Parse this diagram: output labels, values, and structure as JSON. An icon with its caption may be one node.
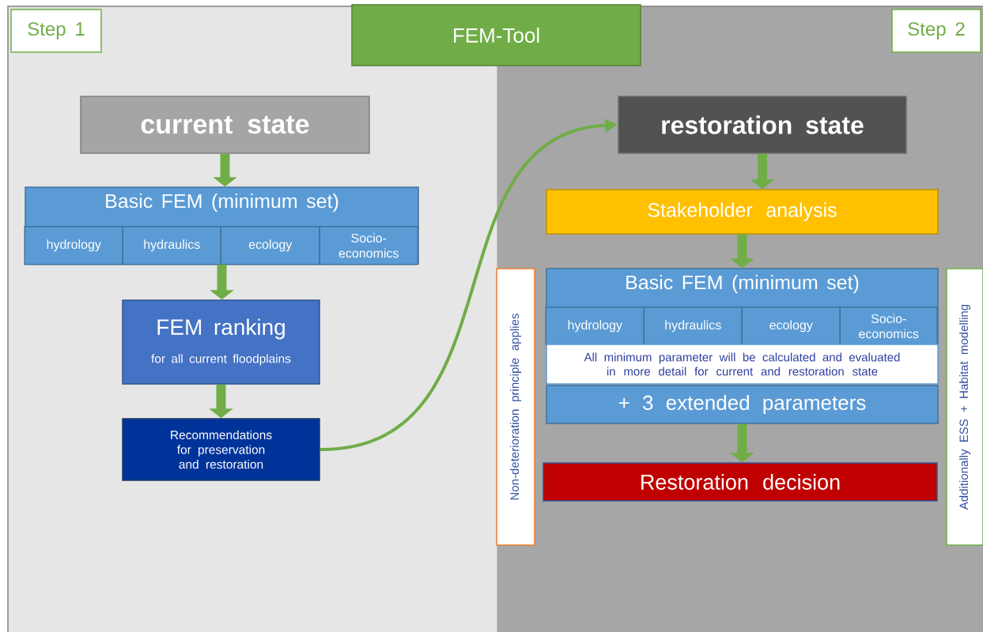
{
  "diagram": {
    "nodes": [
      {
        "text": [
          "Step 1"
        ]
      },
      {
        "text": [
          "FEM-Tool"
        ]
      },
      {
        "text": [
          "Step 2"
        ]
      },
      {
        "text": [
          "current state"
        ]
      },
      {
        "text": [
          "Basic FEM (minimum set)"
        ]
      },
      {
        "text": [
          "hydrology"
        ],
        "in": 4
      },
      {
        "text": [
          "hydraulics"
        ],
        "in": 4
      },
      {
        "text": [
          "ecology"
        ],
        "in": 4
      },
      {
        "text": [
          "Socio-economics"
        ],
        "in": 4
      },
      {
        "text": [
          "FEM ranking",
          "for all current floodplains"
        ]
      },
      {
        "text": [
          "Recommendations for preservation and restoration"
        ]
      },
      {
        "text": [
          "restoration state"
        ]
      },
      {
        "text": [
          "Stakeholder analysis"
        ]
      },
      {
        "text": [
          "Basic FEM (minimum set)"
        ]
      },
      {
        "text": [
          "hydrology"
        ],
        "in": 13
      },
      {
        "text": [
          "hydraulics"
        ],
        "in": 13
      },
      {
        "text": [
          "ecology"
        ],
        "in": 13
      },
      {
        "text": [
          "Socio-economics"
        ],
        "in": 13
      },
      {
        "text": [
          "All minimum parameter will be calculated and evaluated in more detail for current and restoration state"
        ]
      },
      {
        "text": [
          "+ 3 extended parameters"
        ]
      },
      {
        "text": [
          "Restoration decision"
        ]
      },
      {
        "text": [
          "Non-deterioration principle applies"
        ]
      },
      {
        "text": [
          "Additionally ESS + Habitat modelling"
        ]
      }
    ],
    "edges": [
      {
        "from": 3,
        "to": 4,
        "arrow": "to"
      },
      {
        "from": 4,
        "to": 9,
        "arrow": "to"
      },
      {
        "from": 9,
        "to": 10,
        "arrow": "to"
      },
      {
        "from": 10,
        "to": 11,
        "arrow": "to"
      },
      {
        "from": 11,
        "to": 12,
        "arrow": "to"
      },
      {
        "from": 12,
        "to": 13,
        "arrow": "to"
      },
      {
        "from": 19,
        "to": 20,
        "arrow": "to"
      }
    ]
  }
}
